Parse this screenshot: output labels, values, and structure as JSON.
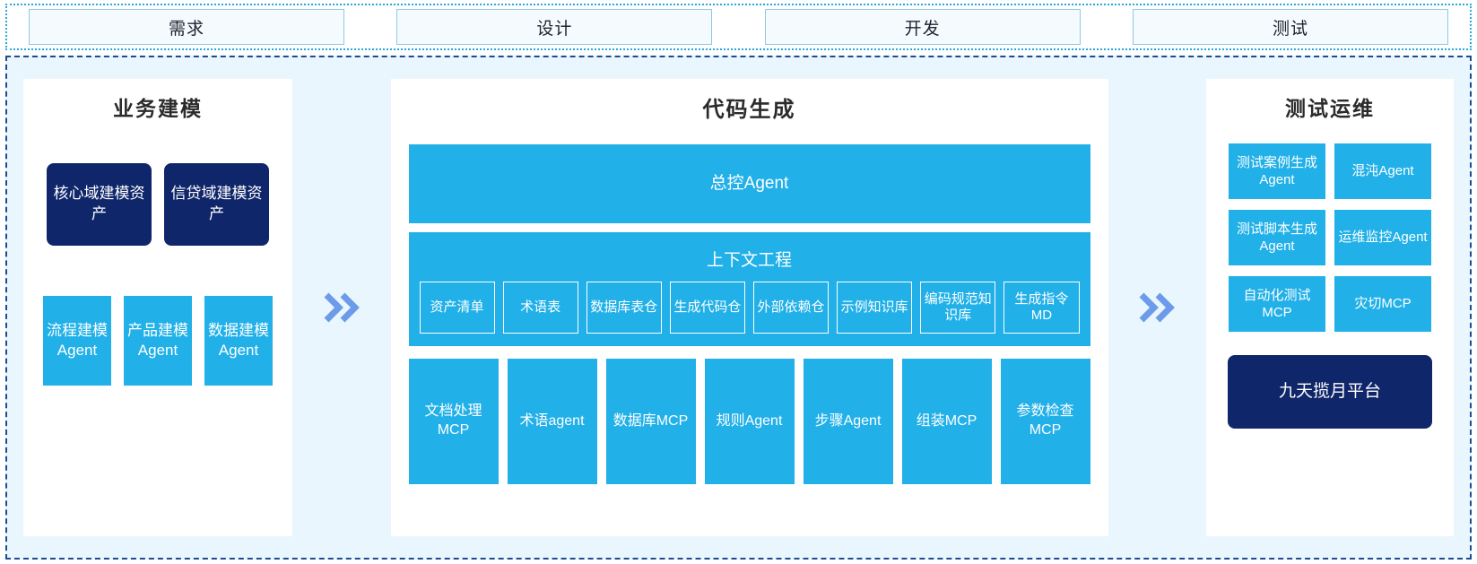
{
  "phases": {
    "items": [
      {
        "label": "需求"
      },
      {
        "label": "设计"
      },
      {
        "label": "开发"
      },
      {
        "label": "测试"
      }
    ]
  },
  "separators": {
    "arrow_one": "»",
    "arrow_two": "»",
    "icon_name": "double-chevron-right-icon"
  },
  "left_panel": {
    "title": "业务建模",
    "assets": [
      {
        "label": "核心域建模资产"
      },
      {
        "label": "信贷域建模资产"
      }
    ],
    "agents": [
      {
        "label": "流程建模Agent"
      },
      {
        "label": "产品建模Agent"
      },
      {
        "label": "数据建模Agent"
      }
    ]
  },
  "center_panel": {
    "title": "代码生成",
    "master_agent": "总控Agent",
    "context": {
      "title": "上下文工程",
      "items": [
        {
          "label": "资产清单"
        },
        {
          "label": "术语表"
        },
        {
          "label": "数据库表仓"
        },
        {
          "label": "生成代码仓"
        },
        {
          "label": "外部依赖仓"
        },
        {
          "label": "示例知识库"
        },
        {
          "label": "编码规范知识库"
        },
        {
          "label": "生成指令MD"
        }
      ]
    },
    "tools": [
      {
        "label": "文档处理MCP"
      },
      {
        "label": "术语agent"
      },
      {
        "label": "数据库MCP"
      },
      {
        "label": "规则Agent"
      },
      {
        "label": "步骤Agent"
      },
      {
        "label": "组装MCP"
      },
      {
        "label": "参数检查MCP"
      }
    ]
  },
  "right_panel": {
    "title": "测试运维",
    "agents": [
      {
        "label": "测试案例生成Agent"
      },
      {
        "label": "混沌Agent"
      },
      {
        "label": "测试脚本生成Agent"
      },
      {
        "label": "运维监控Agent"
      },
      {
        "label": "自动化测试MCP"
      },
      {
        "label": "灾切MCP"
      }
    ],
    "platform": "九天揽月平台"
  },
  "colors": {
    "cyan": "#21b0e8",
    "navy": "#10266a",
    "page_bg": "#eaf6fd",
    "chevron": "#6c9bea",
    "phase_border": "#8fc9e3"
  }
}
